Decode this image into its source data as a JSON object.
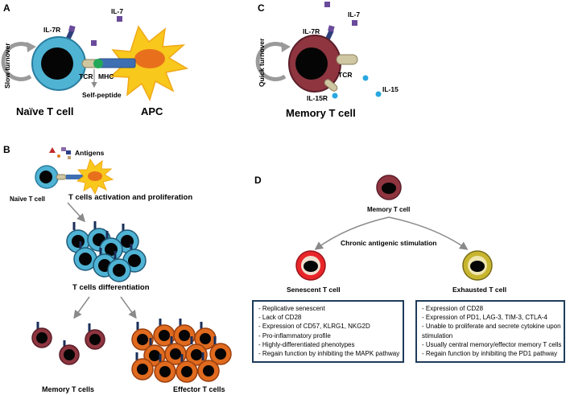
{
  "panel_a": {
    "letter": "A",
    "slow_turnover": "Slow turnover",
    "il7r": "IL-7R",
    "il7": "IL-7",
    "tcr": "TCR",
    "mhc": "MHC",
    "self_peptide": "Self-peptide",
    "naive_t_cell": "Naïve T cell",
    "apc": "APC"
  },
  "panel_b": {
    "letter": "B",
    "antigens": "Antigens",
    "naive_t_cell": "Naïve T cell",
    "activation": "T cells activation and proliferation",
    "differentiation": "T cells differentiation",
    "memory_t_cells": "Memory T cells",
    "effector_t_cells": "Effector T cells"
  },
  "panel_c": {
    "letter": "C",
    "quick_turnover": "Quick turnover",
    "il7": "IL-7",
    "il7r": "IL-7R",
    "tcr": "TCR",
    "il15r": "IL-15R",
    "il15": "IL-15",
    "memory_t_cell": "Memory T cell"
  },
  "panel_d": {
    "letter": "D",
    "memory_t_cell": "Memory T cell",
    "chronic": "Chronic antigenic stimulation",
    "senescent": "Senescent T cell",
    "exhausted": "Exhausted T cell",
    "senescent_items": [
      "- Replicative senescent",
      "- Lack of CD28",
      "- Expression of CD57, KLRG1, NKG2D",
      "- Pro-inflammatory profile",
      "- Highly-differentiated phenotypes",
      "- Regain function by inhibiting the MAPK pathway"
    ],
    "exhausted_items": [
      "- Expression of CD28",
      "- Expression of PD1, LAG-3, TIM-3, CTLA-4",
      "- Unable to proliferate and  secrete cytokine upon",
      "stimulation",
      "- Usually central memory/effector memory T cells",
      "- Regain function by inhibiting the PD1 pathway"
    ]
  },
  "colors": {
    "naive_cell": "#4fb3d4",
    "memory_cell": "#8e3540",
    "senescent_ring": "#e8262a",
    "exhausted_ring": "#c8b630",
    "effector_cell": "#e06a1e",
    "apc_star": "#f8c81c",
    "apc_core": "#e8701c",
    "il7": "#5a3f8a",
    "il15": "#28a8e0",
    "box_border": "#1f3c5a"
  }
}
